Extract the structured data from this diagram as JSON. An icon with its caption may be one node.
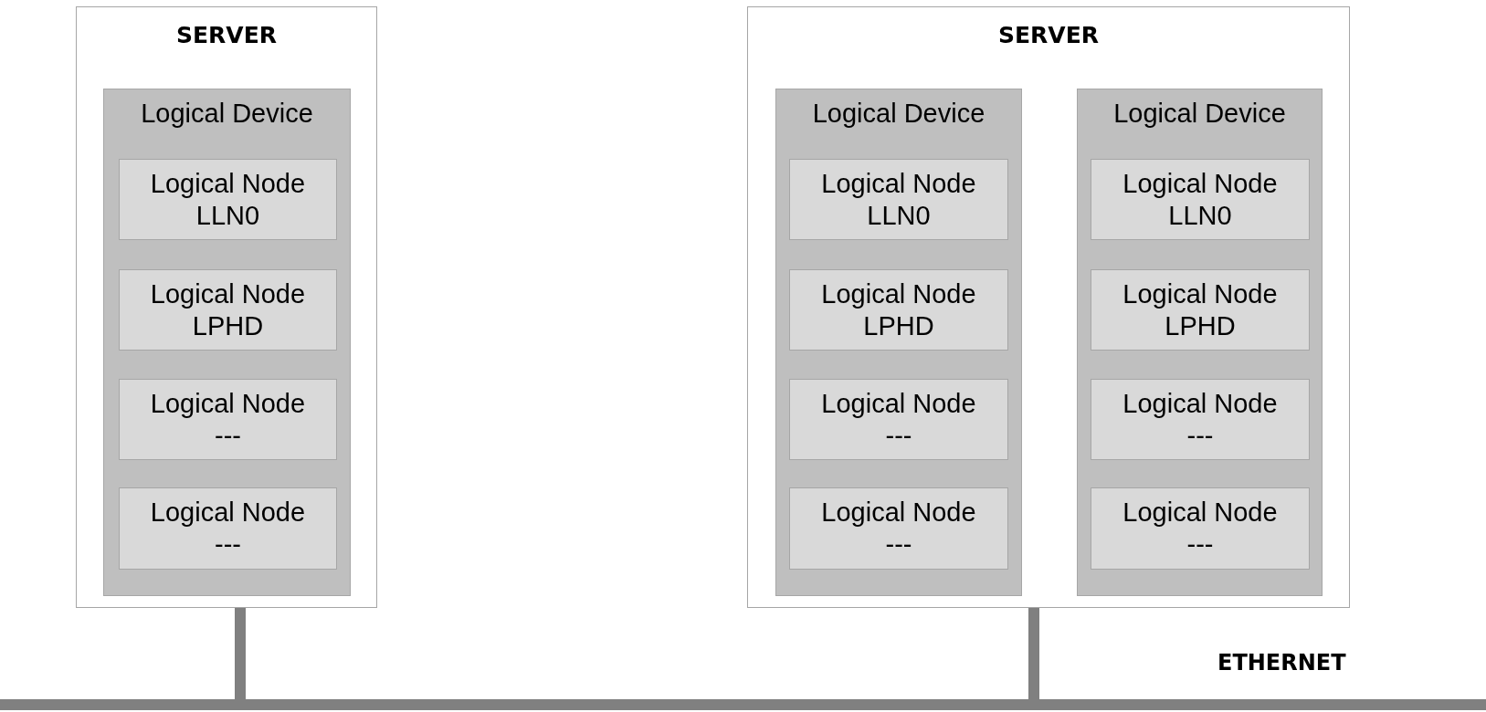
{
  "diagram": {
    "nodes": [
      {
        "text": [
          "SERVER"
        ]
      },
      {
        "text": [
          "Logical Device"
        ],
        "in": 0
      },
      {
        "text": [
          "Logical Node",
          "LLN0"
        ],
        "in": 1
      },
      {
        "text": [
          "Logical Node",
          "LPHD"
        ],
        "in": 1
      },
      {
        "text": [
          "Logical Node",
          "---"
        ],
        "in": 1
      },
      {
        "text": [
          "Logical Node",
          "---"
        ],
        "in": 1
      },
      {
        "text": [
          "SERVER"
        ]
      },
      {
        "text": [
          "Logical Device"
        ],
        "in": 6
      },
      {
        "text": [
          "Logical Node",
          "LLN0"
        ],
        "in": 7
      },
      {
        "text": [
          "Logical Node",
          "LPHD"
        ],
        "in": 7
      },
      {
        "text": [
          "Logical Node",
          "---"
        ],
        "in": 7
      },
      {
        "text": [
          "Logical Node",
          "---"
        ],
        "in": 7
      },
      {
        "text": [
          "Logical Device"
        ],
        "in": 6
      },
      {
        "text": [
          "Logical Node",
          "LLN0"
        ],
        "in": 12
      },
      {
        "text": [
          "Logical Node",
          "LPHD"
        ],
        "in": 12
      },
      {
        "text": [
          "Logical Node",
          "---"
        ],
        "in": 12
      },
      {
        "text": [
          "Logical Node",
          "---"
        ],
        "in": 12
      },
      {
        "text": [],
        "shape": "bar",
        "beside": [
          "ETHERNET"
        ]
      }
    ],
    "edges": [
      {
        "from": 0,
        "to": 17,
        "arrow": "none"
      },
      {
        "from": 6,
        "to": 17,
        "arrow": "none"
      }
    ]
  }
}
